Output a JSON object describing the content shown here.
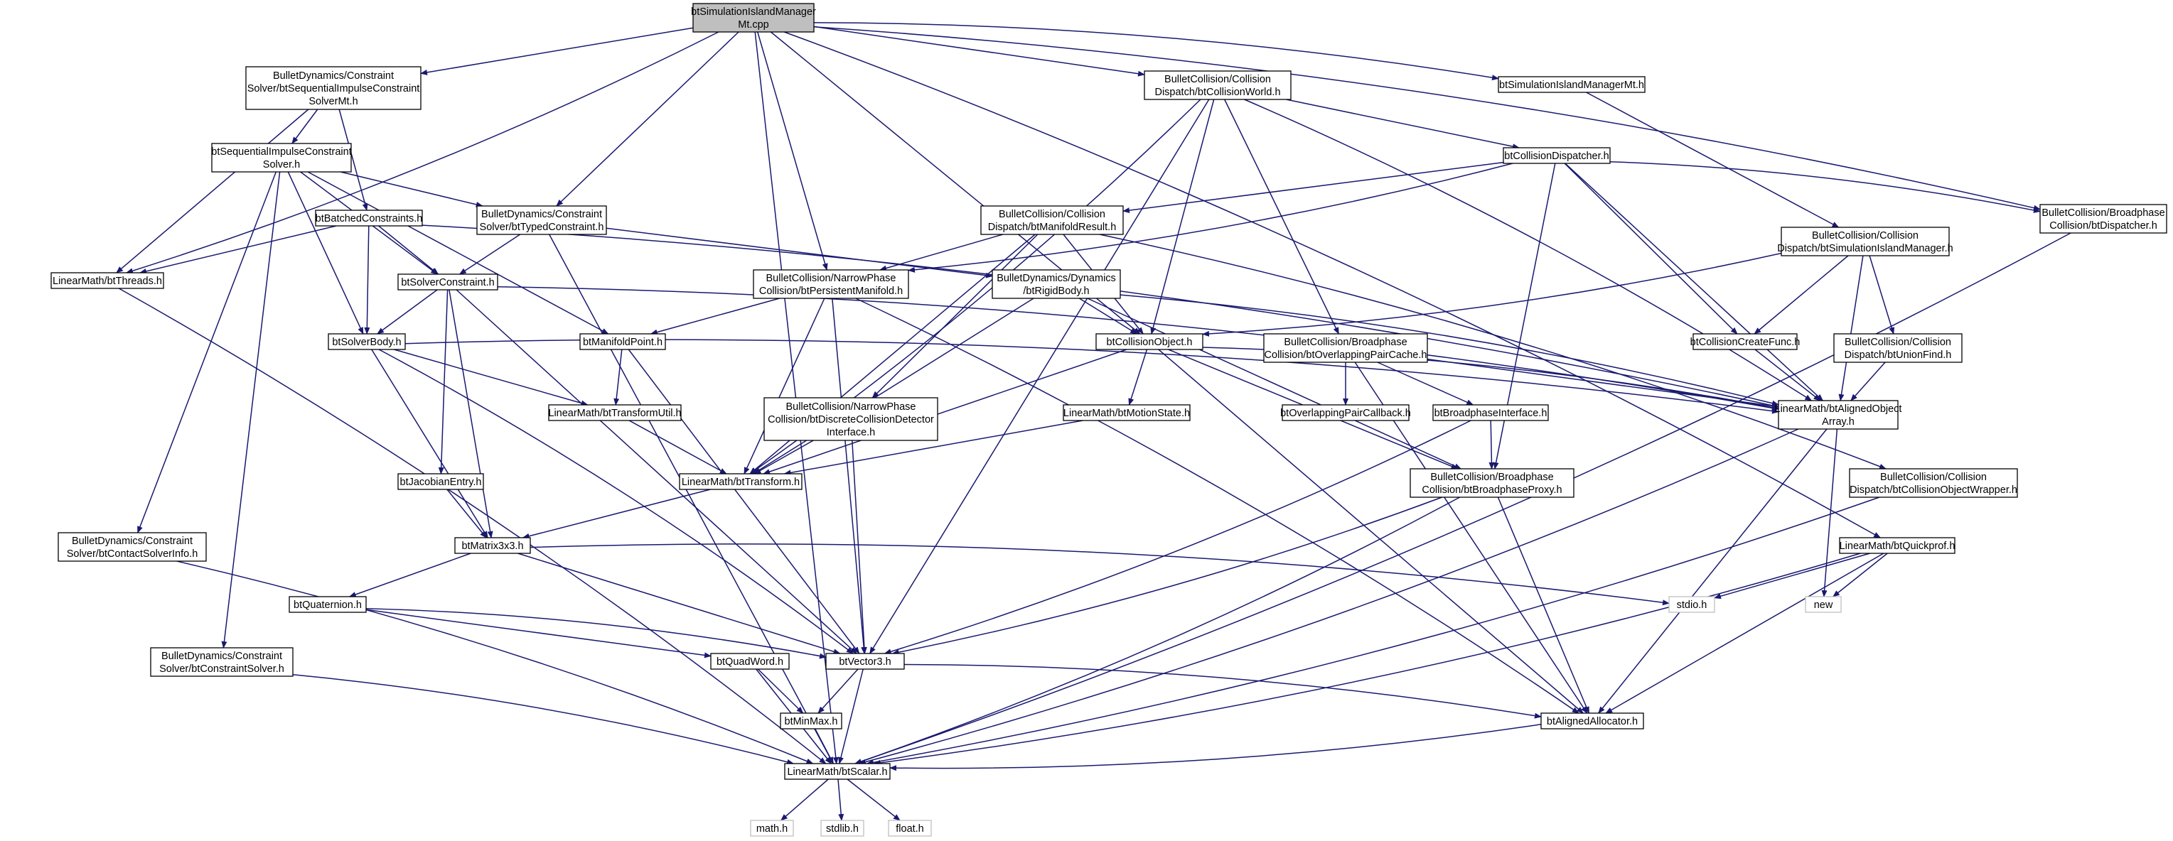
{
  "colors": {
    "edge": "#191970",
    "node_border": "#000000",
    "node_fill": "#ffffff",
    "root_fill": "#bfbfbf",
    "external_border": "#bfbfbf",
    "text": "#000000"
  },
  "nodes": [
    {
      "id": "root",
      "lines": [
        "btSimulationIslandManager",
        "Mt.cpp"
      ],
      "kind": "root"
    },
    {
      "id": "seqmt",
      "lines": [
        "BulletDynamics/Constraint",
        "Solver/btSequentialImpulseConstraint",
        "SolverMt.h"
      ],
      "kind": "file"
    },
    {
      "id": "colworld",
      "lines": [
        "BulletCollision/Collision",
        "Dispatch/btCollisionWorld.h"
      ],
      "kind": "file"
    },
    {
      "id": "simmgrmt",
      "lines": [
        "btSimulationIslandManagerMt.h"
      ],
      "kind": "file"
    },
    {
      "id": "seq",
      "lines": [
        "btSequentialImpulseConstraint",
        "Solver.h"
      ],
      "kind": "file"
    },
    {
      "id": "coldisp",
      "lines": [
        "btCollisionDispatcher.h"
      ],
      "kind": "file"
    },
    {
      "id": "dispatcher",
      "lines": [
        "BulletCollision/Broadphase",
        "Collision/btDispatcher.h"
      ],
      "kind": "file"
    },
    {
      "id": "batched",
      "lines": [
        "btBatchedConstraints.h"
      ],
      "kind": "file"
    },
    {
      "id": "typedc",
      "lines": [
        "BulletDynamics/Constraint",
        "Solver/btTypedConstraint.h"
      ],
      "kind": "file"
    },
    {
      "id": "manres",
      "lines": [
        "BulletCollision/Collision",
        "Dispatch/btManifoldResult.h"
      ],
      "kind": "file"
    },
    {
      "id": "threads",
      "lines": [
        "LinearMath/btThreads.h"
      ],
      "kind": "file"
    },
    {
      "id": "solverc",
      "lines": [
        "btSolverConstraint.h"
      ],
      "kind": "file"
    },
    {
      "id": "persman",
      "lines": [
        "BulletCollision/NarrowPhase",
        "Collision/btPersistentManifold.h"
      ],
      "kind": "file"
    },
    {
      "id": "rigid",
      "lines": [
        "BulletDynamics/Dynamics",
        "/btRigidBody.h"
      ],
      "kind": "file"
    },
    {
      "id": "simmgr",
      "lines": [
        "BulletCollision/Collision",
        "Dispatch/btSimulationIslandManager.h"
      ],
      "kind": "file"
    },
    {
      "id": "solverbody",
      "lines": [
        "btSolverBody.h"
      ],
      "kind": "file"
    },
    {
      "id": "manpoint",
      "lines": [
        "btManifoldPoint.h"
      ],
      "kind": "file"
    },
    {
      "id": "colobj",
      "lines": [
        "btCollisionObject.h"
      ],
      "kind": "file"
    },
    {
      "id": "overpair",
      "lines": [
        "BulletCollision/Broadphase",
        "Collision/btOverlappingPairCache.h"
      ],
      "kind": "file"
    },
    {
      "id": "colcreate",
      "lines": [
        "btCollisionCreateFunc.h"
      ],
      "kind": "file"
    },
    {
      "id": "unionfind",
      "lines": [
        "BulletCollision/Collision",
        "Dispatch/btUnionFind.h"
      ],
      "kind": "file"
    },
    {
      "id": "alignedarr",
      "lines": [
        "LinearMath/btAlignedObject",
        "Array.h"
      ],
      "kind": "file"
    },
    {
      "id": "tutil",
      "lines": [
        "LinearMath/btTransformUtil.h"
      ],
      "kind": "file"
    },
    {
      "id": "discrete",
      "lines": [
        "BulletCollision/NarrowPhase",
        "Collision/btDiscreteCollisionDetector",
        "Interface.h"
      ],
      "kind": "file"
    },
    {
      "id": "motion",
      "lines": [
        "LinearMath/btMotionState.h"
      ],
      "kind": "file"
    },
    {
      "id": "overcb",
      "lines": [
        "btOverlappingPairCallback.h"
      ],
      "kind": "file"
    },
    {
      "id": "bpiface",
      "lines": [
        "btBroadphaseInterface.h"
      ],
      "kind": "file"
    },
    {
      "id": "jacobian",
      "lines": [
        "btJacobianEntry.h"
      ],
      "kind": "file"
    },
    {
      "id": "transform",
      "lines": [
        "LinearMath/btTransform.h"
      ],
      "kind": "file"
    },
    {
      "id": "bpproxy",
      "lines": [
        "BulletCollision/Broadphase",
        "Collision/btBroadphaseProxy.h"
      ],
      "kind": "file"
    },
    {
      "id": "wrapper",
      "lines": [
        "BulletCollision/Collision",
        "Dispatch/btCollisionObjectWrapper.h"
      ],
      "kind": "file"
    },
    {
      "id": "contactinfo",
      "lines": [
        "BulletDynamics/Constraint",
        "Solver/btContactSolverInfo.h"
      ],
      "kind": "file"
    },
    {
      "id": "matrix",
      "lines": [
        "btMatrix3x3.h"
      ],
      "kind": "file"
    },
    {
      "id": "quickprof",
      "lines": [
        "LinearMath/btQuickprof.h"
      ],
      "kind": "file"
    },
    {
      "id": "quat",
      "lines": [
        "btQuaternion.h"
      ],
      "kind": "file"
    },
    {
      "id": "stdio",
      "lines": [
        "stdio.h"
      ],
      "kind": "external"
    },
    {
      "id": "new",
      "lines": [
        "new"
      ],
      "kind": "external"
    },
    {
      "id": "quadword",
      "lines": [
        "btQuadWord.h"
      ],
      "kind": "file"
    },
    {
      "id": "vector",
      "lines": [
        "btVector3.h"
      ],
      "kind": "file"
    },
    {
      "id": "consolver",
      "lines": [
        "BulletDynamics/Constraint",
        "Solver/btConstraintSolver.h"
      ],
      "kind": "file"
    },
    {
      "id": "minmax",
      "lines": [
        "btMinMax.h"
      ],
      "kind": "file"
    },
    {
      "id": "alloc",
      "lines": [
        "btAlignedAllocator.h"
      ],
      "kind": "file"
    },
    {
      "id": "scalar",
      "lines": [
        "LinearMath/btScalar.h"
      ],
      "kind": "file"
    },
    {
      "id": "math",
      "lines": [
        "math.h"
      ],
      "kind": "external"
    },
    {
      "id": "stdlib",
      "lines": [
        "stdlib.h"
      ],
      "kind": "external"
    },
    {
      "id": "float",
      "lines": [
        "float.h"
      ],
      "kind": "external"
    }
  ],
  "edges": [
    [
      "root",
      "seqmt"
    ],
    [
      "root",
      "threads"
    ],
    [
      "root",
      "typedc"
    ],
    [
      "root",
      "persman"
    ],
    [
      "root",
      "colobj"
    ],
    [
      "root",
      "colworld"
    ],
    [
      "root",
      "simmgrmt"
    ],
    [
      "root",
      "dispatcher"
    ],
    [
      "root",
      "quickprof"
    ],
    [
      "root",
      "scalar"
    ],
    [
      "seqmt",
      "seq"
    ],
    [
      "seqmt",
      "batched"
    ],
    [
      "seqmt",
      "threads"
    ],
    [
      "seq",
      "solverbody"
    ],
    [
      "seq",
      "solverc"
    ],
    [
      "seq",
      "typedc"
    ],
    [
      "seq",
      "manpoint"
    ],
    [
      "seq",
      "contactinfo"
    ],
    [
      "seq",
      "consolver"
    ],
    [
      "batched",
      "threads"
    ],
    [
      "batched",
      "solverc"
    ],
    [
      "batched",
      "solverbody"
    ],
    [
      "batched",
      "alignedarr"
    ],
    [
      "typedc",
      "solverc"
    ],
    [
      "typedc",
      "rigid"
    ],
    [
      "typedc",
      "scalar"
    ],
    [
      "threads",
      "scalar"
    ],
    [
      "solverc",
      "solverbody"
    ],
    [
      "solverc",
      "jacobian"
    ],
    [
      "solverc",
      "matrix"
    ],
    [
      "solverc",
      "vector"
    ],
    [
      "solverc",
      "alignedarr"
    ],
    [
      "solverbody",
      "tutil"
    ],
    [
      "solverbody",
      "matrix"
    ],
    [
      "solverbody",
      "vector"
    ],
    [
      "solverbody",
      "alignedarr"
    ],
    [
      "colworld",
      "coldisp"
    ],
    [
      "colworld",
      "colobj"
    ],
    [
      "colworld",
      "overpair"
    ],
    [
      "colworld",
      "transform"
    ],
    [
      "colworld",
      "vector"
    ],
    [
      "colworld",
      "alignedarr"
    ],
    [
      "simmgrmt",
      "simmgr"
    ],
    [
      "coldisp",
      "manres"
    ],
    [
      "coldisp",
      "persman"
    ],
    [
      "coldisp",
      "colcreate"
    ],
    [
      "coldisp",
      "bpproxy"
    ],
    [
      "coldisp",
      "alignedarr"
    ],
    [
      "coldisp",
      "dispatcher"
    ],
    [
      "manres",
      "persman"
    ],
    [
      "manres",
      "discrete"
    ],
    [
      "manres",
      "colobj"
    ],
    [
      "manres",
      "transform"
    ],
    [
      "manres",
      "wrapper"
    ],
    [
      "persman",
      "manpoint"
    ],
    [
      "persman",
      "transform"
    ],
    [
      "persman",
      "vector"
    ],
    [
      "persman",
      "alloc"
    ],
    [
      "rigid",
      "colobj"
    ],
    [
      "rigid",
      "transform"
    ],
    [
      "rigid",
      "bpproxy"
    ],
    [
      "rigid",
      "alignedarr"
    ],
    [
      "simmgr",
      "colobj"
    ],
    [
      "simmgr",
      "colcreate"
    ],
    [
      "simmgr",
      "unionfind"
    ],
    [
      "simmgr",
      "alignedarr"
    ],
    [
      "dispatcher",
      "scalar"
    ],
    [
      "manpoint",
      "tutil"
    ],
    [
      "manpoint",
      "vector"
    ],
    [
      "colobj",
      "motion"
    ],
    [
      "colobj",
      "transform"
    ],
    [
      "colobj",
      "alignedarr"
    ],
    [
      "colobj",
      "bpproxy"
    ],
    [
      "colobj",
      "alloc"
    ],
    [
      "overpair",
      "overcb"
    ],
    [
      "overpair",
      "bpiface"
    ],
    [
      "overpair",
      "alignedarr"
    ],
    [
      "overpair",
      "alloc"
    ],
    [
      "colcreate",
      "alignedarr"
    ],
    [
      "unionfind",
      "alignedarr"
    ],
    [
      "alignedarr",
      "alloc"
    ],
    [
      "alignedarr",
      "new"
    ],
    [
      "alignedarr",
      "scalar"
    ],
    [
      "tutil",
      "transform"
    ],
    [
      "discrete",
      "transform"
    ],
    [
      "discrete",
      "vector"
    ],
    [
      "motion",
      "transform"
    ],
    [
      "bpiface",
      "bpproxy"
    ],
    [
      "bpiface",
      "vector"
    ],
    [
      "jacobian",
      "matrix"
    ],
    [
      "transform",
      "matrix"
    ],
    [
      "bpproxy",
      "vector"
    ],
    [
      "bpproxy",
      "alloc"
    ],
    [
      "bpproxy",
      "scalar"
    ],
    [
      "wrapper",
      "scalar"
    ],
    [
      "contactinfo",
      "scalar"
    ],
    [
      "matrix",
      "quat"
    ],
    [
      "matrix",
      "vector"
    ],
    [
      "matrix",
      "stdio"
    ],
    [
      "quickprof",
      "stdio"
    ],
    [
      "quickprof",
      "new"
    ],
    [
      "quickprof",
      "alloc"
    ],
    [
      "quickprof",
      "scalar"
    ],
    [
      "quat",
      "quadword"
    ],
    [
      "quat",
      "vector"
    ],
    [
      "quadword",
      "minmax"
    ],
    [
      "quadword",
      "scalar"
    ],
    [
      "vector",
      "minmax"
    ],
    [
      "vector",
      "scalar"
    ],
    [
      "vector",
      "alloc"
    ],
    [
      "consolver",
      "scalar"
    ],
    [
      "minmax",
      "scalar"
    ],
    [
      "alloc",
      "scalar"
    ],
    [
      "scalar",
      "math"
    ],
    [
      "scalar",
      "stdlib"
    ],
    [
      "scalar",
      "float"
    ]
  ]
}
